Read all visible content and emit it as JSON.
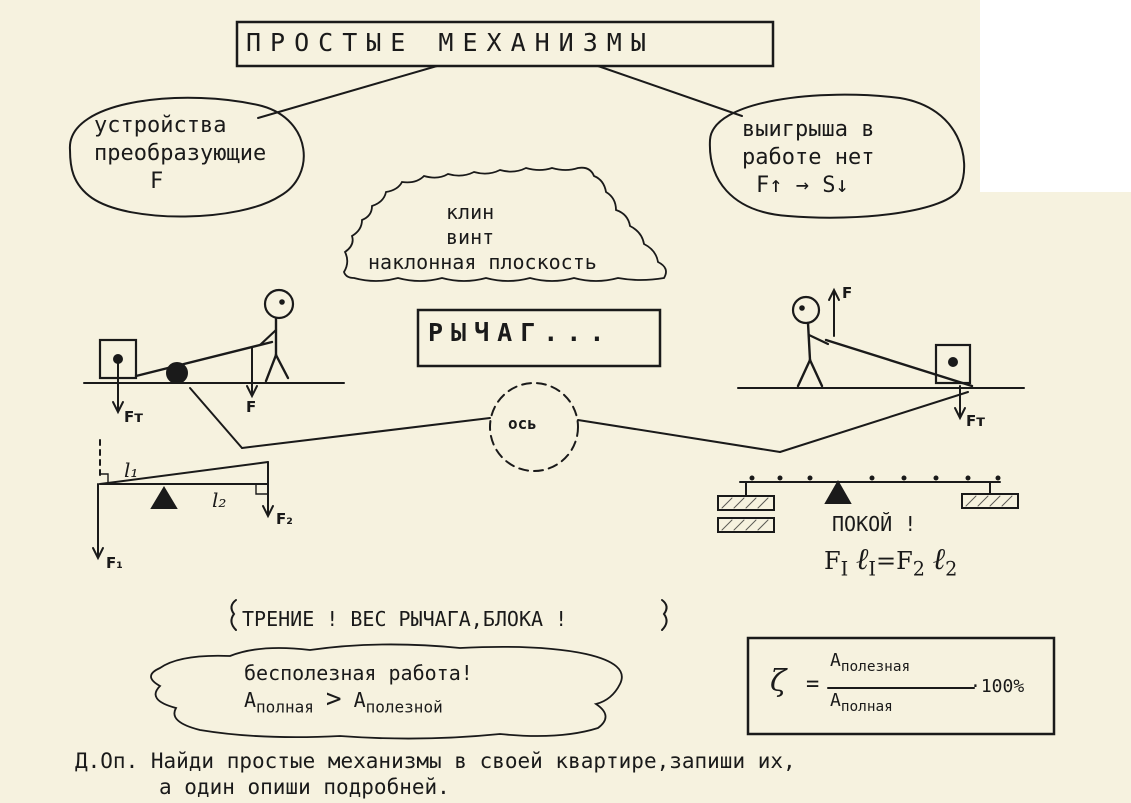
{
  "title": "ПРОСТЫЕ МЕХАНИЗМЫ",
  "left_bubble": {
    "line1": "устройства",
    "line2": "преобразующие",
    "line3": "F"
  },
  "right_bubble": {
    "line1": "выигрыша в",
    "line2": "работе нет",
    "line3": "F↑ → S↓"
  },
  "cloud": {
    "line1": "клин",
    "line2": "винт",
    "line3": "наклонная плоскость"
  },
  "lever": "РЫЧАГ...",
  "axis": "ось",
  "labels": {
    "ft_left": "Fт",
    "f_left": "F",
    "l1": "l₁",
    "l2": "l₂",
    "f1": "F₁",
    "f2": "F₂",
    "f_right": "F",
    "ft_right": "Fт"
  },
  "equilibrium": {
    "calm": "ПОКОЙ !",
    "eq_f1": "F",
    "eq_l1": "ℓ",
    "eq_i1": "I",
    "eq_sub1": "I",
    "eq_eq": "=F",
    "eq_f2sub": "2",
    "eq_l2": "ℓ",
    "eq_l2sub": "2"
  },
  "friction": "ТРЕНИЕ ! ВЕС РЫЧАГА,БЛОКА !",
  "useless": {
    "line1": "бесполезная работа!",
    "a1": "A",
    "a1_sub": "полная",
    "gt": ">",
    "a2": "A",
    "a2_sub": "полезной"
  },
  "efficiency": {
    "symbol": "ζ",
    "eq": "=",
    "num": "A",
    "num_sub": "полезная",
    "den": "A",
    "den_sub": "полная",
    "mult": "·100%"
  },
  "homework": {
    "line1": "Д.Оп. Найди простые механизмы в своей квартире,запиши  их,",
    "line2": "а один опиши подробней."
  }
}
